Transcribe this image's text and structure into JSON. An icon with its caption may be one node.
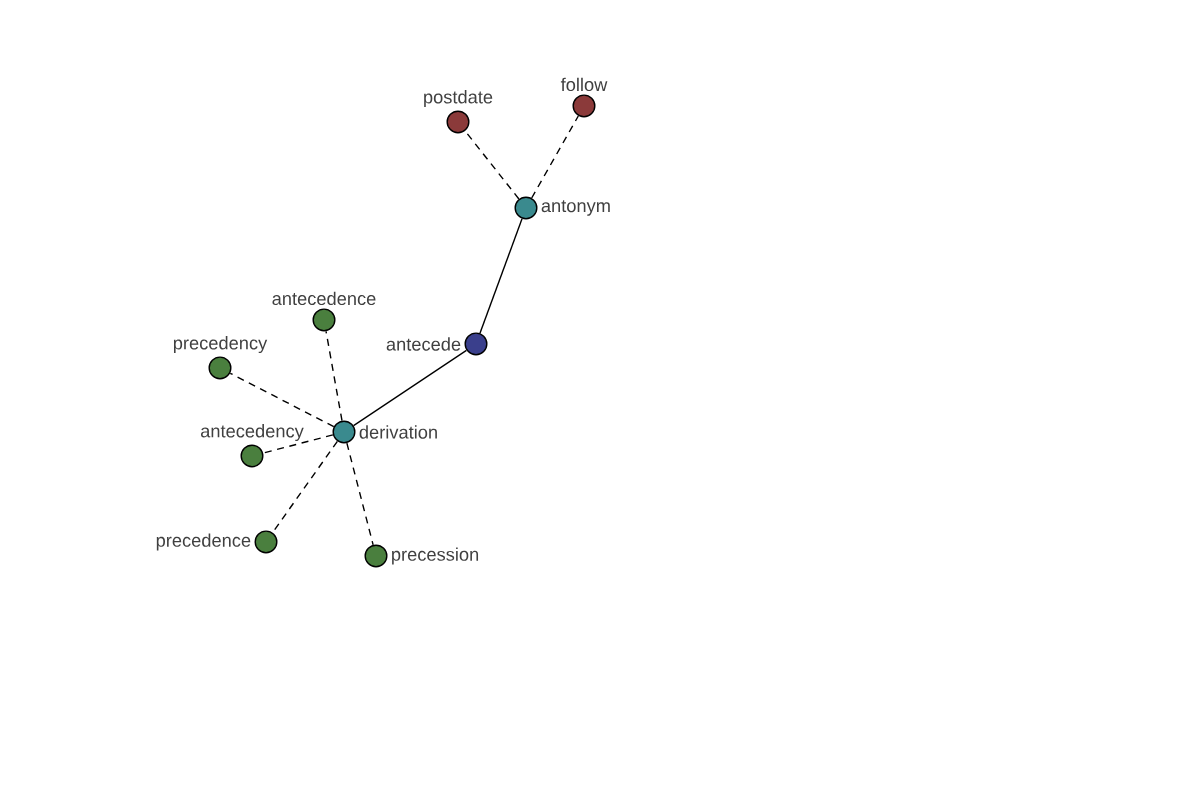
{
  "diagram": {
    "nodes": [
      {
        "text": [
          "follow"
        ]
      },
      {
        "text": [
          "postdate"
        ]
      },
      {
        "text": [
          "antonym"
        ]
      },
      {
        "text": [
          "antecedence"
        ]
      },
      {
        "text": [
          "antecede"
        ]
      },
      {
        "text": [
          "precedency"
        ]
      },
      {
        "text": [
          "derivation"
        ]
      },
      {
        "text": [
          "antecedency"
        ]
      },
      {
        "text": [
          "precedence"
        ]
      },
      {
        "text": [
          "precession"
        ]
      }
    ],
    "edges": [
      {
        "from": 2,
        "to": 1,
        "arrow": "none",
        "style": "dashed"
      },
      {
        "from": 2,
        "to": 0,
        "arrow": "none",
        "style": "dashed"
      },
      {
        "from": 2,
        "to": 4,
        "arrow": "none"
      },
      {
        "from": 4,
        "to": 6,
        "arrow": "none"
      },
      {
        "from": 6,
        "to": 3,
        "arrow": "none",
        "style": "dashed"
      },
      {
        "from": 6,
        "to": 5,
        "arrow": "none",
        "style": "dashed"
      },
      {
        "from": 6,
        "to": 7,
        "arrow": "none",
        "style": "dashed"
      },
      {
        "from": 6,
        "to": 8,
        "arrow": "none",
        "style": "dashed"
      },
      {
        "from": 6,
        "to": 9,
        "arrow": "none",
        "style": "dashed"
      }
    ]
  }
}
